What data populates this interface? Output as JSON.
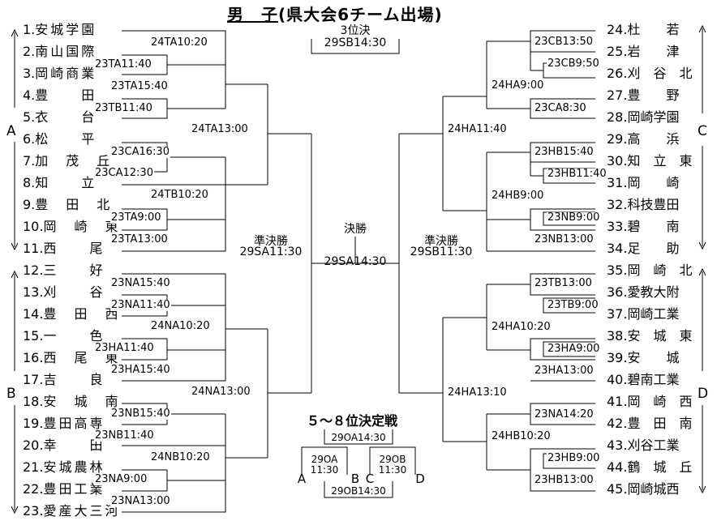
{
  "title": {
    "main": "男　子",
    "sub": "(県大会6チーム出場)"
  },
  "groups": {
    "A": "A",
    "B": "B",
    "C": "C",
    "D": "D"
  },
  "left_teams": [
    {
      "n": "1.",
      "name": "安城学園"
    },
    {
      "n": "2.",
      "name": "南山国際"
    },
    {
      "n": "3.",
      "name": "岡崎商業"
    },
    {
      "n": "4.",
      "name": "豊　　田"
    },
    {
      "n": "5.",
      "name": "衣　　台"
    },
    {
      "n": "6.",
      "name": "松　　平"
    },
    {
      "n": "7.",
      "name": "加　茂　丘"
    },
    {
      "n": "8.",
      "name": "知　　立"
    },
    {
      "n": "9.",
      "name": "豊　田　北"
    },
    {
      "n": "10.",
      "name": "岡　崎　東"
    },
    {
      "n": "11.",
      "name": "西　　尾"
    },
    {
      "n": "12.",
      "name": "三　　好"
    },
    {
      "n": "13.",
      "name": "刈　　谷"
    },
    {
      "n": "14.",
      "name": "豊　田　西"
    },
    {
      "n": "15.",
      "name": "一　　色"
    },
    {
      "n": "16.",
      "name": "西　尾　東"
    },
    {
      "n": "17.",
      "name": "吉　　良"
    },
    {
      "n": "18.",
      "name": "安　城　南"
    },
    {
      "n": "19.",
      "name": "豊田高専"
    },
    {
      "n": "20.",
      "name": "幸　　田"
    },
    {
      "n": "21.",
      "name": "安城農林"
    },
    {
      "n": "22.",
      "name": "豊田工業"
    },
    {
      "n": "23.",
      "name": "愛産大三河"
    }
  ],
  "right_teams": [
    {
      "n": "24.",
      "name": "杜　　若"
    },
    {
      "n": "25.",
      "name": "岩　　津"
    },
    {
      "n": "26.",
      "name": "刈　谷　北"
    },
    {
      "n": "27.",
      "name": "豊　　野"
    },
    {
      "n": "28.",
      "name": "岡崎学園"
    },
    {
      "n": "29.",
      "name": "高　　浜"
    },
    {
      "n": "30.",
      "name": "知　立　東"
    },
    {
      "n": "31.",
      "name": "岡　　崎"
    },
    {
      "n": "32.",
      "name": "科技豊田"
    },
    {
      "n": "33.",
      "name": "碧　　南"
    },
    {
      "n": "34.",
      "name": "足　　助"
    },
    {
      "n": "35.",
      "name": "岡　崎　北"
    },
    {
      "n": "36.",
      "name": "愛教大附"
    },
    {
      "n": "37.",
      "name": "岡崎工業"
    },
    {
      "n": "38.",
      "name": "安　城　東"
    },
    {
      "n": "39.",
      "name": "安　　城"
    },
    {
      "n": "40.",
      "name": "碧南工業"
    },
    {
      "n": "41.",
      "name": "岡　崎　西"
    },
    {
      "n": "42.",
      "name": "豊　田　南"
    },
    {
      "n": "43.",
      "name": "刈谷工業"
    },
    {
      "n": "44.",
      "name": "鶴　城　丘"
    },
    {
      "n": "45.",
      "name": "岡崎城西"
    }
  ],
  "games_left": {
    "g1": "24TA10:20",
    "g2": "23TA11:40",
    "g3": "23TA15:40",
    "g4": "23TB11:40",
    "g5": "24TA13:00",
    "g6": "23CA16:30",
    "g7": "23CA12:30",
    "g8": "24TB10:20",
    "g9": "23TA9:00",
    "g10": "23TA13:00",
    "g11": "23NA15:40",
    "g12": "23NA11:40",
    "g13": "24NA10:20",
    "g14": "23HA11:40",
    "g15": "23HA15:40",
    "g16": "24NA13:00",
    "g17": "23NB15:40",
    "g18": "23NB11:40",
    "g19": "24NB10:20",
    "g20": "23NA9:00",
    "g21": "23NA13:00"
  },
  "games_right": {
    "g1": "23CB13:50",
    "g2": "23CB9:50",
    "g3": "24HA9:00",
    "g4": "23CA8:30",
    "g5": "24HA11:40",
    "g6": "23HB15:40",
    "g7": "23HB11:40",
    "g8": "24HB9:00",
    "g9": "23NB9:00",
    "g10": "23NB13:00",
    "g11": "23TB13:00",
    "g12": "23TB9:00",
    "g13": "24HA10:20",
    "g14": "23HA9:00",
    "g15": "23HA13:00",
    "g16": "24HA13:10",
    "g17": "23NA14:20",
    "g18": "24HB10:20",
    "g19": "23HB9:00",
    "g20": "23HB13:00"
  },
  "center": {
    "third_label": "3位決",
    "third_time": "29SB14:30",
    "semi_left_label": "準決勝",
    "semi_left_time": "29SA11:30",
    "final_label": "決勝",
    "final_time": "29SA14:30",
    "semi_right_label": "準決勝",
    "semi_right_time": "29SB11:30"
  },
  "placement": {
    "title": "５～８位決定戦",
    "top": "29OA14:30",
    "l1": "29OA",
    "l2": "11:30",
    "r1": "29OB",
    "r2": "11:30",
    "bottom": "29OB14:30",
    "A": "A",
    "B": "B",
    "C": "C",
    "D": "D"
  }
}
